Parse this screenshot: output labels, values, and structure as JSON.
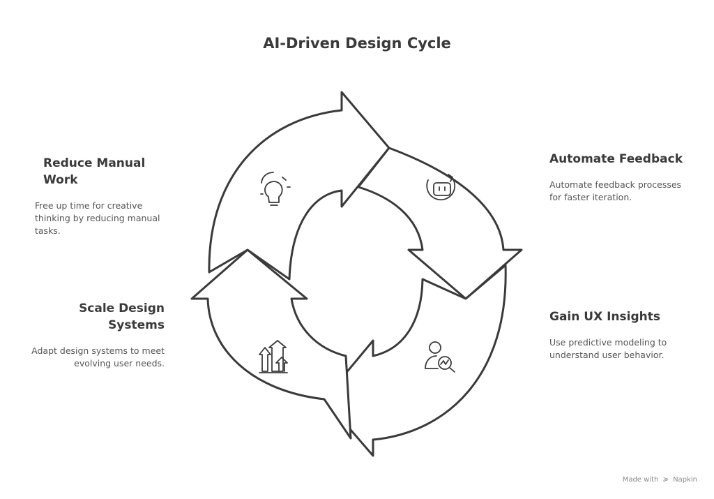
{
  "title": "AI-Driven Design Cycle",
  "steps": [
    {
      "heading": "Reduce Manual Work",
      "description": "Free up time for creative thinking by reducing manual tasks.",
      "icon": "lightbulb-icon"
    },
    {
      "heading": "Automate Feedback",
      "description": "Automate feedback processes for faster iteration.",
      "icon": "bot-refresh-icon"
    },
    {
      "heading": "Gain UX Insights",
      "description": "Use predictive modeling to understand user behavior.",
      "icon": "user-analytics-icon"
    },
    {
      "heading": "Scale Design Systems",
      "description": "Adapt design systems to meet evolving user needs.",
      "icon": "growth-arrows-icon"
    }
  ],
  "footer": {
    "made_with": "Made with",
    "brand": "Napkin"
  },
  "colors": {
    "stroke": "#3a3a3a",
    "fill": "#ffffff",
    "text": "#3a3a3a"
  }
}
